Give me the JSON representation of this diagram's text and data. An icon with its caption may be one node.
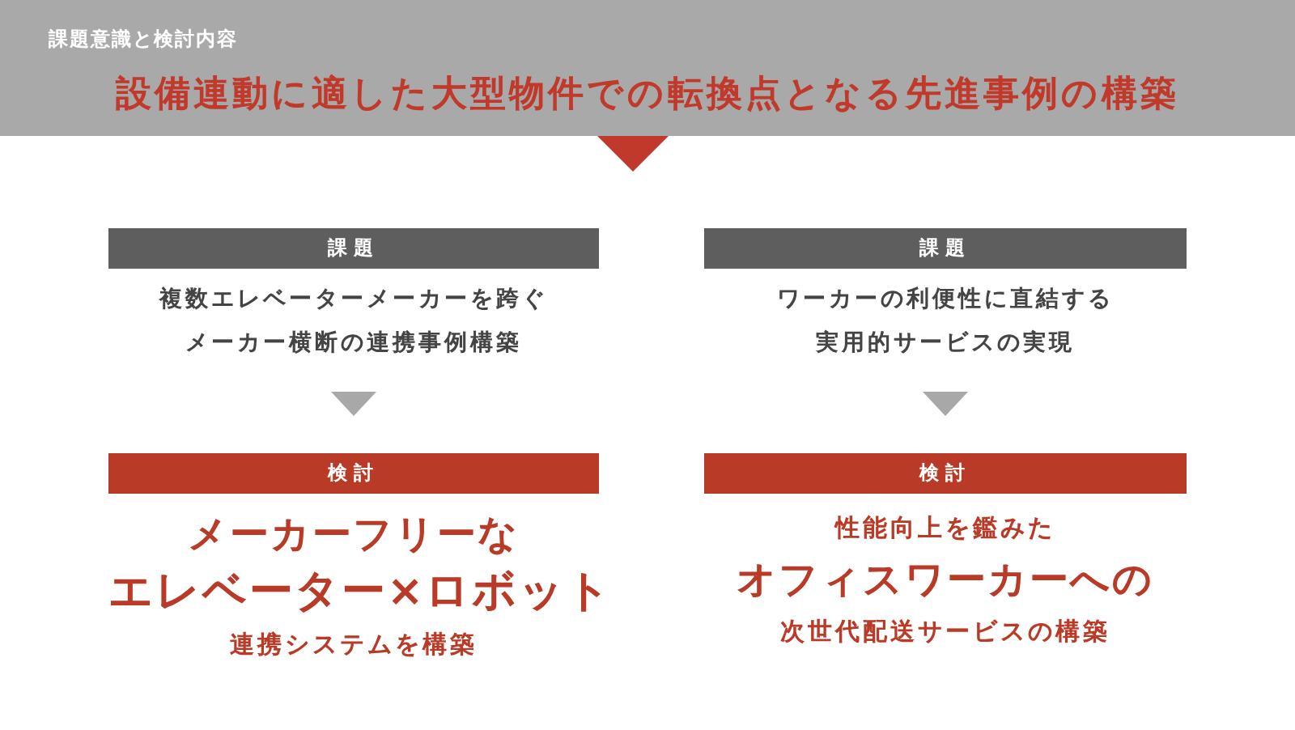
{
  "diagram": {
    "nodes": [
      {
        "text": [
          "課題意識と検討内容",
          "設備連動に適した大型物件での転換点となる先進事例の構築"
        ]
      },
      {
        "text": [
          "課題"
        ]
      },
      {
        "text": [
          "複数エレベーターメーカーを跨ぐメーカー横断の連携事例構築"
        ]
      },
      {
        "text": [
          "検討"
        ]
      },
      {
        "text": [
          "メーカーフリーな",
          "エレベーター×ロボット",
          "連携システムを構築"
        ]
      },
      {
        "text": [
          "課題"
        ]
      },
      {
        "text": [
          "ワーカーの利便性に直結する実用的サービスの実現"
        ]
      },
      {
        "text": [
          "検討"
        ]
      },
      {
        "text": [
          "性能向上を鑑みた",
          "オフィスワーカーへの",
          "次世代配送サービスの構築"
        ]
      }
    ],
    "edges": [
      {
        "from": 0,
        "to": null,
        "arrow": "to",
        "color": "#c0392b"
      },
      {
        "from": 2,
        "to": 3,
        "arrow": "to"
      },
      {
        "from": 6,
        "to": 7,
        "arrow": "to"
      }
    ]
  }
}
